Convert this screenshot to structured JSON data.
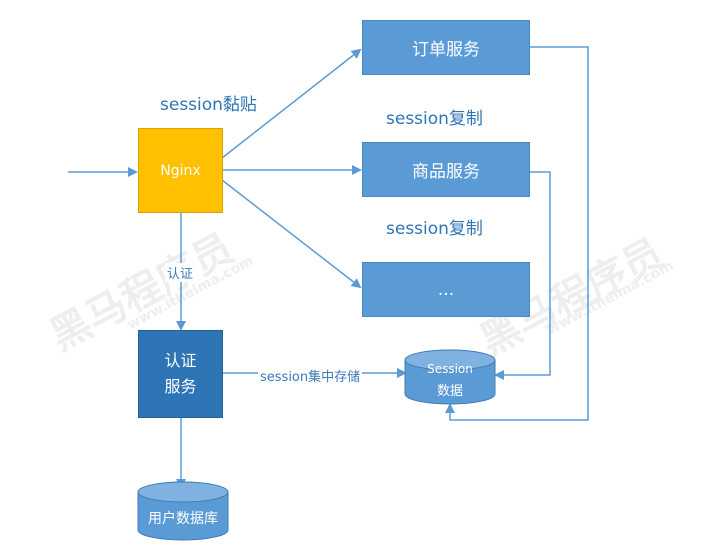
{
  "nodes": {
    "order_service": "订单服务",
    "product_service": "商品服务",
    "other_service": "...",
    "nginx": "Nginx",
    "auth_service_line1": "认证",
    "auth_service_line2": "服务",
    "session_store_line1": "Session",
    "session_store_line2": "数据",
    "user_db": "用户数据库"
  },
  "labels": {
    "session_sticky": "session黏贴",
    "session_copy_1": "session复制",
    "session_copy_2": "session复制",
    "auth_edge": "认证",
    "central_storage": "session集中存储"
  },
  "watermark": {
    "text_left": "黑马程序员",
    "url_left": "www.itheima.com",
    "text_right": "黑马程序员",
    "url_right": "www.itheima.com"
  },
  "colors": {
    "service_fill": "#5b9bd5",
    "nginx_fill": "#ffc000",
    "auth_fill": "#2e75b6",
    "line": "#5b9bd5",
    "label_text": "#2e75b6"
  }
}
